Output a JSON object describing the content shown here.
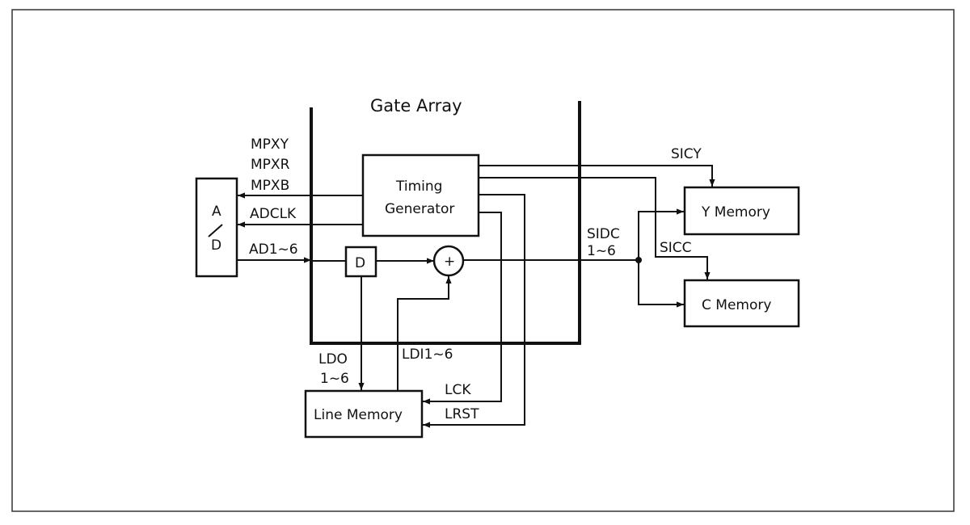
{
  "diagram": {
    "title": "Gate Array",
    "blocks": {
      "ad": {
        "top": "A",
        "slash": "/",
        "bottom": "D"
      },
      "timing_generator": {
        "line1": "Timing",
        "line2": "Generator"
      },
      "delay": "D",
      "adder": "+",
      "line_memory": "Line Memory",
      "y_memory": "Y Memory",
      "c_memory": "C Memory"
    },
    "signals": {
      "mpxy": "MPXY",
      "mpxr": "MPXR",
      "mpxb": "MPXB",
      "adclk": "ADCLK",
      "ad": "AD1~6",
      "sicy": "SICY",
      "sicc": "SICC",
      "sidc_line1": "SIDC",
      "sidc_line2": "1~6",
      "ldo_line1": "LDO",
      "ldo_line2": "1~6",
      "ldi": "LDI1~6",
      "lck": "LCK",
      "lrst": "LRST"
    }
  }
}
